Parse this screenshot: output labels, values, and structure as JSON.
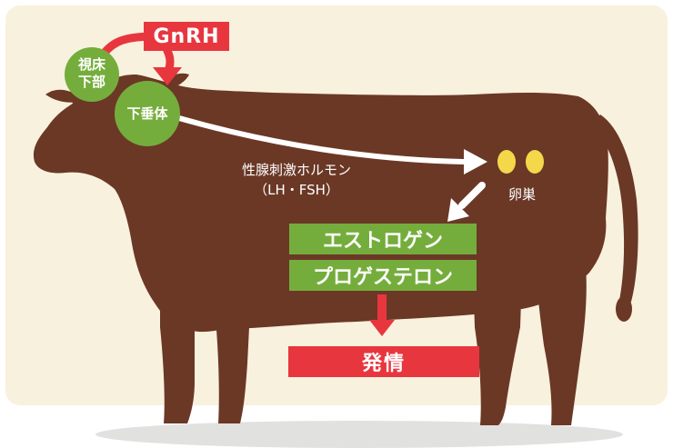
{
  "colors": {
    "panel": "#f8f1dd",
    "cow": "#6b3826",
    "shadow": "#e1e1e0",
    "green": "#75ad3c",
    "red": "#e8363f",
    "yellow": "#f4d84a"
  },
  "hormone_source": {
    "label": "GnRH"
  },
  "nodes": {
    "hypothalamus": "視床\n下部",
    "pituitary": "下垂体",
    "ovary": "卵巣"
  },
  "gonadotropin": {
    "line1": "性腺刺激ホルモン",
    "line2": "（LH・FSH）"
  },
  "ovarian_hormones": [
    "エストロゲン",
    "プロゲステロン"
  ],
  "result": "発情"
}
